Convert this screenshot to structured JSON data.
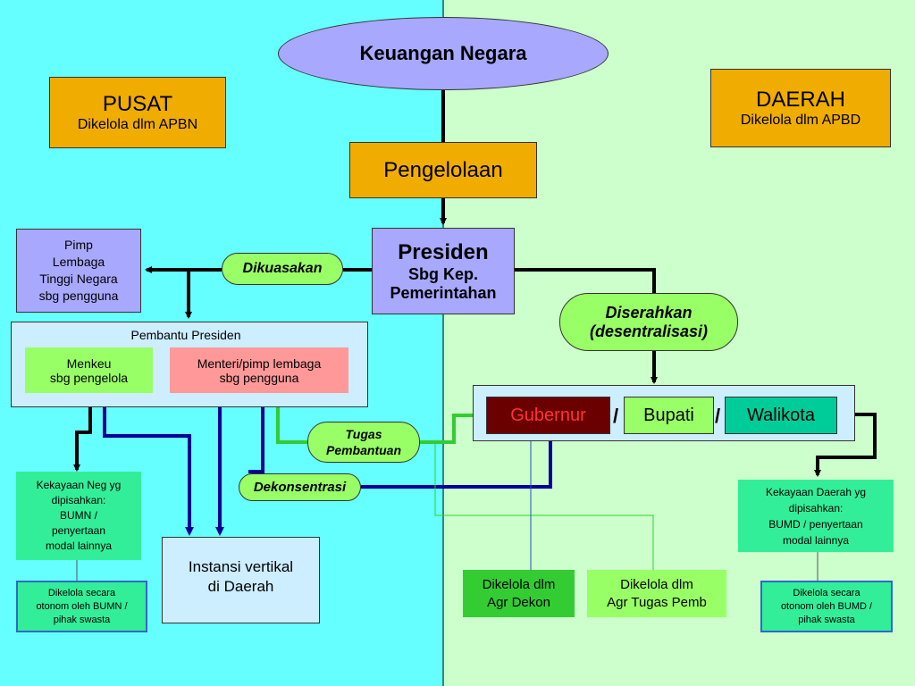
{
  "title": "Keuangan Negara",
  "pusat": {
    "heading": "PUSAT",
    "sub": "Dikelola dlm APBN"
  },
  "daerah": {
    "heading": "DAERAH",
    "sub": "Dikelola dlm APBD"
  },
  "pengelolaan": "Pengelolaan",
  "presiden": {
    "line1": "Presiden",
    "line2": "Sbg Kep.",
    "line3": "Pemerintahan"
  },
  "dikuasakan": "Dikuasakan",
  "pimp": {
    "line1": "Pimp",
    "line2": "Lembaga",
    "line3": "Tinggi Negara",
    "line4": "sbg pengguna"
  },
  "pembantu": {
    "title": "Pembantu Presiden",
    "menkeu_1": "Menkeu",
    "menkeu_2": "sbg pengelola",
    "menteri_1": "Menteri/pimp lembaga",
    "menteri_2": "sbg pengguna"
  },
  "diserahkan": {
    "line1": "Diserahkan",
    "line2": "(desentralisasi)"
  },
  "gubernur": "Gubernur",
  "bupati": "Bupati",
  "walikota": "Walikota",
  "slash": "/",
  "tugas": {
    "line1": "Tugas",
    "line2": "Pembantuan"
  },
  "dekonsentrasi": "Dekonsentrasi",
  "kekayaan_neg": {
    "line1": "Kekayaan Neg yg",
    "line2": "dipisahkan:",
    "line3": "BUMN /",
    "line4": "penyertaan",
    "line5": "modal lainnya"
  },
  "kelola_bumn": {
    "line1": "Dikelola secara",
    "line2": "otonom oleh BUMN /",
    "line3": "pihak swasta"
  },
  "instansi": {
    "line1": "Instansi vertikal",
    "line2": "di Daerah"
  },
  "agr_dekon": {
    "line1": "Dikelola dlm",
    "line2": "Agr Dekon"
  },
  "agr_tugas": {
    "line1": "Dikelola dlm",
    "line2": "Agr Tugas Pemb"
  },
  "kekayaan_daerah": {
    "line1": "Kekayaan Daerah yg",
    "line2": "dipisahkan:",
    "line3": "BUMD / penyertaan",
    "line4": "modal lainnya"
  },
  "kelola_bumd": {
    "line1": "Dikelola secara",
    "line2": "otonom oleh BUMD /",
    "line3": "pihak swasta"
  },
  "colors": {
    "left_bg": "#66ffff",
    "right_bg": "#ccffcc",
    "orange": "#f0ad00",
    "lavender": "#a8a8ff",
    "light_blue": "#cceeff",
    "green_bright": "#99ff66",
    "pink": "#ff9999",
    "maroon": "#6b0000",
    "teal": "#00cc99",
    "mint": "#33ee99",
    "navy_arrow": "#000099",
    "green_arrow": "#33cc33"
  }
}
